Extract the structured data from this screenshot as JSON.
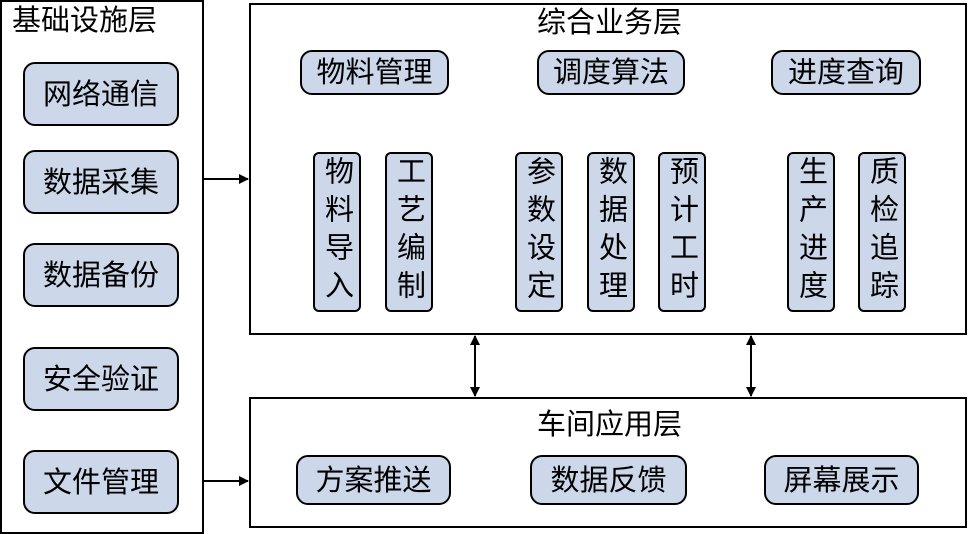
{
  "infra": {
    "title": "基础设施层",
    "items": [
      "网络通信",
      "数据采集",
      "数据备份",
      "安全验证",
      "文件管理"
    ]
  },
  "business": {
    "title": "综合业务层",
    "groups": [
      {
        "label": "物料管理",
        "children": [
          "物料导入",
          "工艺编制"
        ]
      },
      {
        "label": "调度算法",
        "children": [
          "参数设定",
          "数据处理",
          "预计工时"
        ]
      },
      {
        "label": "进度查询",
        "children": [
          "生产进度",
          "质检追踪"
        ]
      }
    ]
  },
  "workshop": {
    "title": "车间应用层",
    "items": [
      "方案推送",
      "数据反馈",
      "屏幕展示"
    ]
  },
  "colors": {
    "box_fill": "#cdd7ea",
    "line": "#000000"
  }
}
